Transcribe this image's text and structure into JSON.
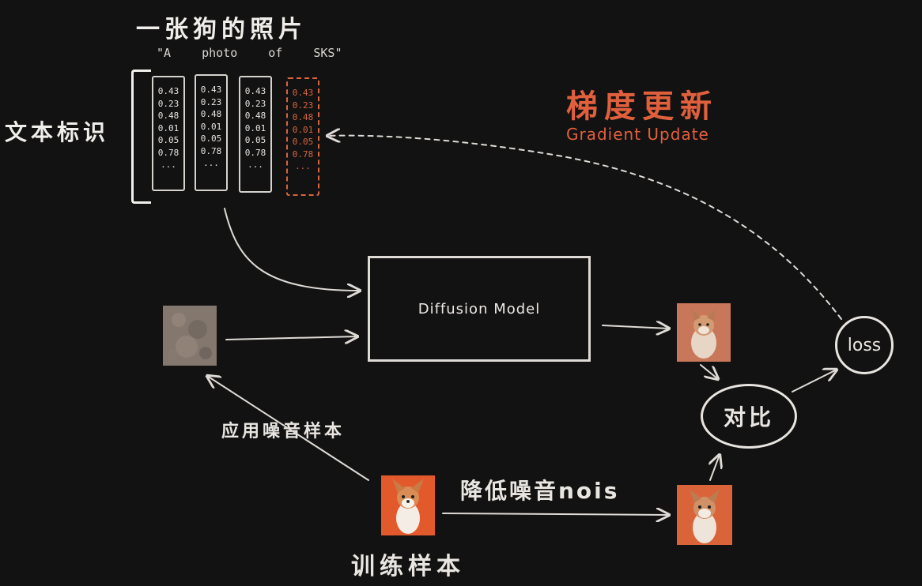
{
  "title": "一张狗的照片",
  "prompt": "\"A photo of SKS\"",
  "text_id_label": "文本标识",
  "gradient": {
    "label_cn": "梯度更新",
    "label_en": "Gradient Update"
  },
  "vectors": [
    {
      "values": [
        "0.43",
        "0.23",
        "0.48",
        "0.01",
        "0.05",
        "0.78",
        "..."
      ]
    },
    {
      "values": [
        "0.43",
        "0.23",
        "0.48",
        "0.01",
        "0.05",
        "0.78",
        "..."
      ]
    },
    {
      "values": [
        "0.43",
        "0.23",
        "0.48",
        "0.01",
        "0.05",
        "0.78",
        "..."
      ]
    },
    {
      "values": [
        "0.43",
        "0.23",
        "0.48",
        "0.01",
        "0.05",
        "0.78",
        "..."
      ]
    }
  ],
  "model_label": "Diffusion Model",
  "loss_label": "loss",
  "compare_label": "对比",
  "noise_label": "应用噪音样本",
  "denoise_label": "降低噪音nois",
  "train_label": "训练样本",
  "colors": {
    "accent": "#e0603e",
    "line": "#dedbd6",
    "background": "#131212"
  }
}
